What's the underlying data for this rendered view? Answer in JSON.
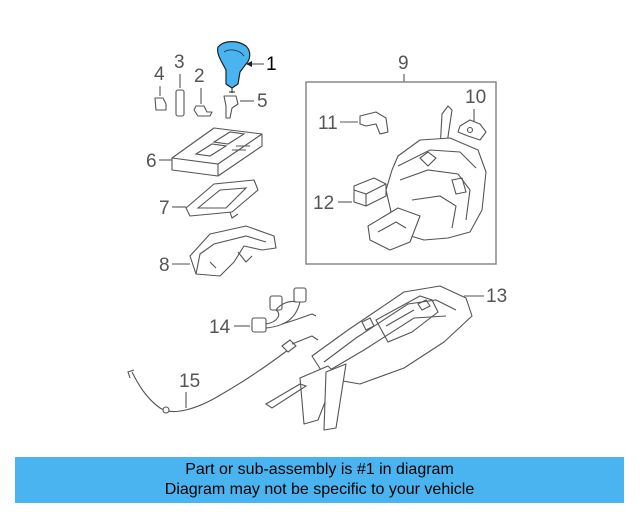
{
  "diagram": {
    "highlight_color": "#4ab4f0",
    "callouts": {
      "c1": "1",
      "c2": "2",
      "c3": "3",
      "c4": "4",
      "c5": "5",
      "c6": "6",
      "c7": "7",
      "c8": "8",
      "c9": "9",
      "c10": "10",
      "c11": "11",
      "c12": "12",
      "c13": "13",
      "c14": "14",
      "c15": "15"
    }
  },
  "banner": {
    "line1": "Part or sub-assembly is #1 in diagram",
    "line2": "Diagram may not be specific to your vehicle",
    "background": "#4ab4f0"
  }
}
